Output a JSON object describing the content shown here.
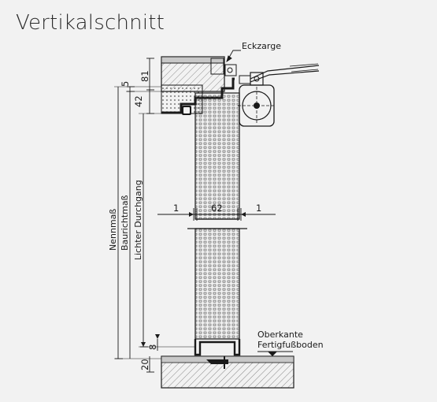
{
  "title": "Vertikalschnitt",
  "labels": {
    "eckzarge": "Eckzarge",
    "oberkante_line1": "Oberkante",
    "oberkante_line2": "Fertigfußboden"
  },
  "dimensions": {
    "d81": "81",
    "d5": "5",
    "d42": "42",
    "d62": "62",
    "d1_left": "1",
    "d1_right": "1",
    "d8": "8",
    "d20": "20"
  },
  "dimension_lines": {
    "nennmass": "Nennmaß",
    "baurichtmass": "Baurichtmaß",
    "lichter_durchgang": "Lichter Durchgang"
  },
  "colors": {
    "background": "#f2f2f2",
    "line": "#1a1a1a",
    "hatch": "#9a9a9a",
    "fill_grey": "#c8c8c8"
  }
}
